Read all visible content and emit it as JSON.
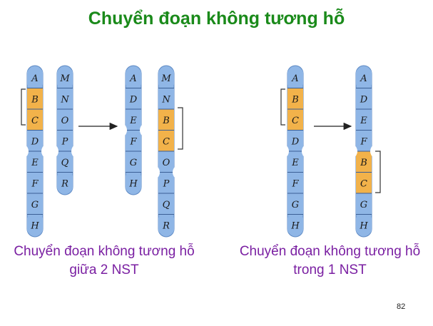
{
  "title": "Chuyển đoạn không tương hỗ",
  "colors": {
    "title": "#1a8a1a",
    "caption": "#7a1fa2",
    "segment_blue": "#8fb6e6",
    "segment_orange": "#f2b24a"
  },
  "panels": {
    "left": {
      "caption_line1": "Chuyển đoạn không tương hỗ",
      "caption_line2": "giữa 2 NST",
      "before": [
        {
          "genes": [
            "A",
            "B",
            "C",
            "D",
            "E",
            "F",
            "G",
            "H"
          ],
          "highlighted": [
            "B",
            "C"
          ]
        },
        {
          "genes": [
            "M",
            "N",
            "O",
            "P",
            "Q",
            "R"
          ],
          "highlighted": []
        }
      ],
      "after": [
        {
          "genes": [
            "A",
            "D",
            "E",
            "F",
            "G",
            "H"
          ],
          "highlighted": []
        },
        {
          "genes": [
            "M",
            "N",
            "B",
            "C",
            "O",
            "P",
            "Q",
            "R"
          ],
          "highlighted": [
            "B",
            "C"
          ]
        }
      ]
    },
    "right": {
      "caption_line1": "Chuyển đoạn không tương hỗ",
      "caption_line2": "trong 1 NST",
      "before": [
        {
          "genes": [
            "A",
            "B",
            "C",
            "D",
            "E",
            "F",
            "G",
            "H"
          ],
          "highlighted": [
            "B",
            "C"
          ]
        }
      ],
      "after": [
        {
          "genes": [
            "A",
            "D",
            "E",
            "F",
            "B",
            "C",
            "G",
            "H"
          ],
          "highlighted": [
            "B",
            "C"
          ]
        }
      ]
    }
  },
  "page_number": "82"
}
